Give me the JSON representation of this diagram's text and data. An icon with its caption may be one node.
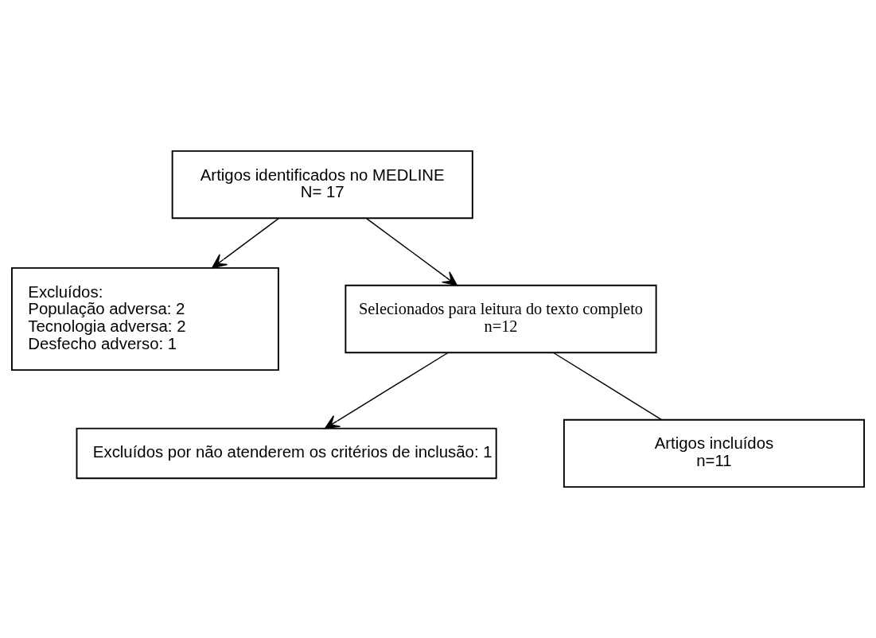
{
  "diagram": {
    "nodes": [
      {
        "text": [
          "Artigos identificados no MEDLINE",
          "N= 17"
        ]
      },
      {
        "text": [
          "Excluídos:",
          "População adversa: 2",
          "Tecnologia adversa: 2",
          "Desfecho adverso: 1"
        ]
      },
      {
        "text": [
          "Selecionados para leitura do texto completo",
          "n=12"
        ]
      },
      {
        "text": [
          "Excluídos por não atenderem os critérios de inclusão: 1"
        ]
      },
      {
        "text": [
          "Artigos incluídos",
          "n=11"
        ]
      }
    ],
    "edges": [
      {
        "from": 0,
        "to": 2,
        "arrow": "to"
      },
      {
        "from": 0,
        "to": 1,
        "arrow": "to"
      },
      {
        "from": 2,
        "to": 3,
        "arrow": "to"
      },
      {
        "from": 2,
        "to": 4,
        "arrow": "none"
      }
    ]
  }
}
